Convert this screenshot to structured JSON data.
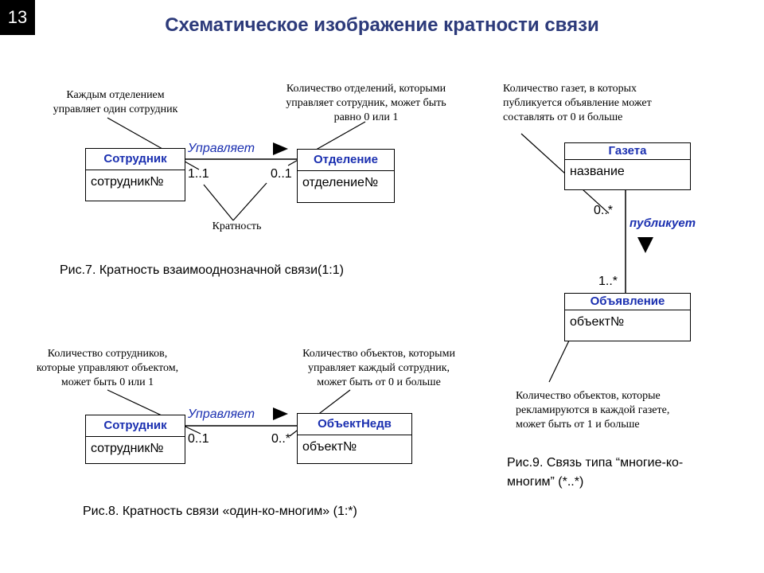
{
  "slide_number": "13",
  "title": "Схематическое изображение кратности связи",
  "fig7": {
    "left_class": {
      "name": "Сотрудник",
      "attr": "сотрудник№"
    },
    "right_class": {
      "name": "Отделение",
      "attr": "отделение№"
    },
    "relation": "Управляет",
    "left_mult": "1..1",
    "right_mult": "0..1",
    "note_left": [
      "Каждым отделением",
      "управляет один сотрудник"
    ],
    "note_right": [
      "Количество отделений, которыми",
      "управляет сотрудник, может быть",
      "равно 0 или 1"
    ],
    "note_bottom": "Кратность",
    "caption": "Рис.7. Кратность взаимооднозначной связи(1:1)"
  },
  "fig8": {
    "left_class": {
      "name": "Сотрудник",
      "attr": "сотрудник№"
    },
    "right_class": {
      "name": "ОбъектНедв",
      "attr": "объект№"
    },
    "relation": "Управляет",
    "left_mult": "0..1",
    "right_mult": "0..*",
    "note_left": [
      "Количество сотрудников,",
      "которые управляют объектом,",
      "может быть 0 или 1"
    ],
    "note_right": [
      "Количество объектов, которыми",
      "управляет каждый сотрудник,",
      "может быть от 0 и больше"
    ],
    "caption": "Рис.8. Кратность связи «один-ко-многим» (1:*)"
  },
  "fig9": {
    "top_class": {
      "name": "Газета",
      "attr": "название"
    },
    "bottom_class": {
      "name": "Объявление",
      "attr": "объект№"
    },
    "relation": "публикует",
    "top_mult": "0..*",
    "bottom_mult": "1..*",
    "note_top": [
      "Количество газет, в которых",
      "публикуется объявление может",
      "составлять от 0 и больше"
    ],
    "note_bottom": [
      "Количество объектов, которые",
      "рекламируются в каждой газете,",
      "может быть от 1 и больше"
    ],
    "caption": [
      "Рис.9.  Связь типа “многие-ко-",
      "многим” (*..*)"
    ]
  }
}
